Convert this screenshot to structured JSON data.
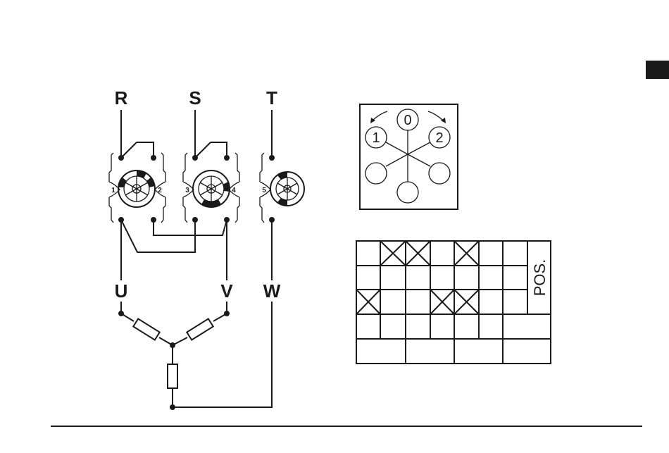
{
  "phase_labels": {
    "r": "R",
    "s": "S",
    "t": "T",
    "u": "U",
    "v": "V",
    "w": "W"
  },
  "terminals": [
    "1",
    "2",
    "3",
    "4",
    "5"
  ],
  "selector": {
    "positions": [
      "0",
      "1",
      "2"
    ]
  },
  "table": {
    "header": "POS."
  },
  "colors": {
    "ink": "#1a1a1a",
    "page_tab": "#1a1a1a"
  }
}
